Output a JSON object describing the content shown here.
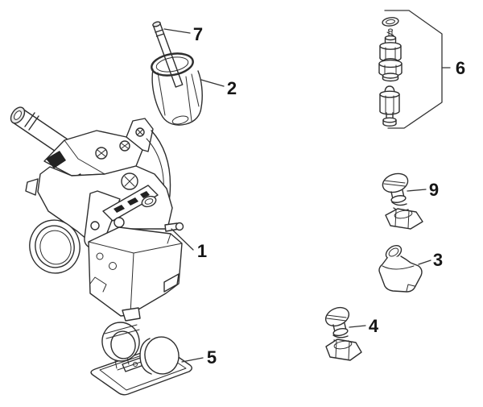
{
  "meta": {
    "subject": "carburetor exploded parts diagram",
    "background_color": "#ffffff",
    "line_color": "#2e2e2e",
    "label_color": "#161616"
  },
  "callouts": [
    {
      "number": "1",
      "part": "carburetor body assembly"
    },
    {
      "number": "2",
      "part": "protection sleeve"
    },
    {
      "number": "3",
      "part": "rubber cap"
    },
    {
      "number": "4",
      "part": "adjusting screw with spring and nut"
    },
    {
      "number": "5",
      "part": "float set with gasket plate"
    },
    {
      "number": "6",
      "part": "jet and needle valve kit"
    },
    {
      "number": "7",
      "part": "vent tube"
    },
    {
      "number": "9",
      "part": "idle adjusting screw"
    }
  ]
}
